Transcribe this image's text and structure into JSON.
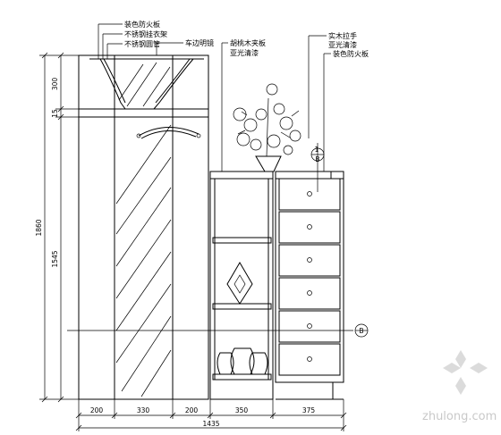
{
  "annotations": {
    "a1": "装色防火板",
    "a2": "不锈钢挂衣架",
    "a3": "不锈钢圆管",
    "a4": "车边明镜",
    "a5": "胡桃木夹板",
    "a6": "亚光清漆",
    "a7": "实木拉手",
    "a8": "亚光清漆",
    "a9": "装色防火板"
  },
  "dimensions": {
    "bottom": [
      "200",
      "330",
      "200",
      "350",
      "375"
    ],
    "total": "1435",
    "left_upper": "300",
    "left_mid": "15",
    "left_total": "1860",
    "left_lower": "1545"
  },
  "section_marks": {
    "top_num": "1",
    "top_letter": "B",
    "right_letter": "B"
  },
  "watermark": "zhulong.com"
}
